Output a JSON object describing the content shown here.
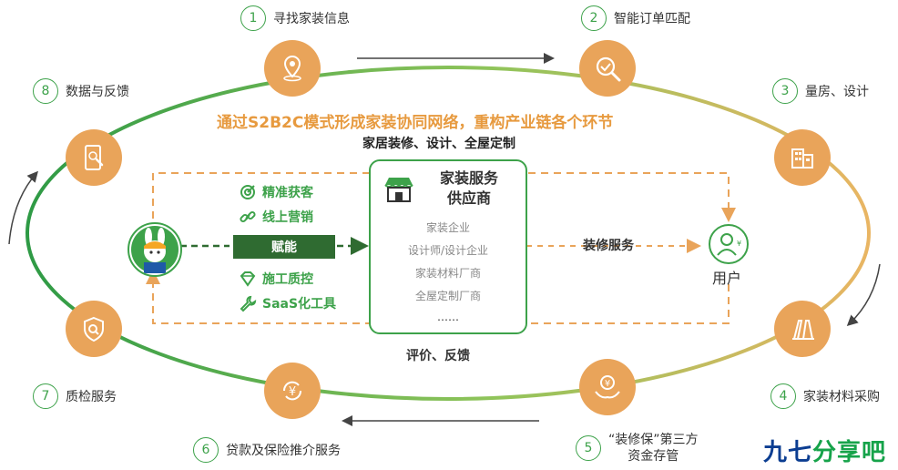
{
  "headline": "通过S2B2C模式形成家装协同网络，重构产业链各个环节",
  "subline": "家居装修、设计、全屋定制",
  "steps": [
    {
      "num": "1",
      "label": "寻找家装信息",
      "icon": "location-pin-icon"
    },
    {
      "num": "2",
      "label": "智能订单匹配",
      "icon": "magnifier-check-icon"
    },
    {
      "num": "3",
      "label": "量房、设计",
      "icon": "building-icon"
    },
    {
      "num": "4",
      "label": "家装材料采购",
      "icon": "materials-icon"
    },
    {
      "num": "5",
      "label_line1": "“装修保”第三方",
      "label_line2": "资金存管",
      "icon": "yen-hands-icon"
    },
    {
      "num": "6",
      "label": "贷款及保险推介服务",
      "icon": "yen-cycle-icon"
    },
    {
      "num": "7",
      "label": "质检服务",
      "icon": "quality-shield-icon"
    },
    {
      "num": "8",
      "label": "数据与反馈",
      "icon": "phone-touch-icon"
    }
  ],
  "supplier": {
    "title_line1": "家装服务",
    "title_line2": "供应商",
    "items": [
      "家装企业",
      "设计师/设计企业",
      "家装材料厂商",
      "全屋定制厂商",
      "……"
    ]
  },
  "tools": {
    "acquire": "精准获客",
    "marketing": "线上营销",
    "quality": "施工质控",
    "saas": "SaaS化工具"
  },
  "empower": "赋能",
  "service": "装修服务",
  "user": "用户",
  "feedback": "评价、反馈",
  "brand": {
    "part1": "九七",
    "part2": "分享吧"
  },
  "colors": {
    "green": "#3da24a",
    "orange": "#e9a45a",
    "dark_green": "#2f6b31"
  }
}
